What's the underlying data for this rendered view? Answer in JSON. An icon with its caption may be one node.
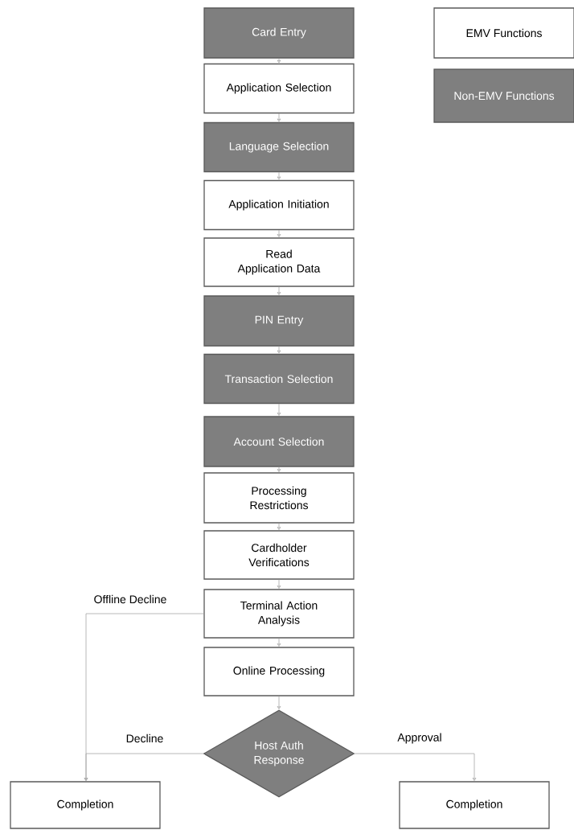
{
  "diagram": {
    "nodes": [
      {
        "text": [
          "Card Entry"
        ]
      },
      {
        "text": [
          "Application Selection"
        ]
      },
      {
        "text": [
          "Language Selection"
        ]
      },
      {
        "text": [
          "Application Initiation"
        ]
      },
      {
        "text": [
          "Read Application Data"
        ]
      },
      {
        "text": [
          "PIN Entry"
        ]
      },
      {
        "text": [
          "Transaction Selection"
        ]
      },
      {
        "text": [
          "Account Selection"
        ]
      },
      {
        "text": [
          "Processing Restrictions"
        ]
      },
      {
        "text": [
          "Cardholder Verifications"
        ]
      },
      {
        "text": [
          "Terminal Action Analysis"
        ]
      },
      {
        "text": [
          "Online Processing"
        ]
      },
      {
        "text": [
          "Host Auth Response"
        ]
      },
      {
        "text": [
          "Completion"
        ]
      },
      {
        "text": [
          "Completion"
        ]
      }
    ],
    "edges": [
      {
        "from": 0,
        "to": 1,
        "arrow": "to"
      },
      {
        "from": 1,
        "to": 2,
        "arrow": "to"
      },
      {
        "from": 2,
        "to": 3,
        "arrow": "to"
      },
      {
        "from": 3,
        "to": 4,
        "arrow": "to"
      },
      {
        "from": 4,
        "to": 5,
        "arrow": "to"
      },
      {
        "from": 5,
        "to": 6,
        "arrow": "to"
      },
      {
        "from": 6,
        "to": 7,
        "arrow": "to"
      },
      {
        "from": 7,
        "to": 8,
        "arrow": "to"
      },
      {
        "from": 8,
        "to": 9,
        "arrow": "to"
      },
      {
        "from": 9,
        "to": 10,
        "arrow": "to"
      },
      {
        "from": 10,
        "to": 11,
        "arrow": "to"
      },
      {
        "from": 11,
        "to": 12,
        "arrow": "to"
      },
      {
        "from": 10,
        "to": 13,
        "arrow": "to",
        "label": "Offline Decline"
      },
      {
        "from": 12,
        "to": 13,
        "arrow": "to",
        "label": "Decline"
      },
      {
        "from": 12,
        "to": 14,
        "arrow": "to",
        "label": "Approval"
      }
    ],
    "legend": [
      {
        "text": "EMV Functions"
      },
      {
        "text": "Non-EMV Functions",
        "color": "#7f7f7f"
      }
    ]
  }
}
